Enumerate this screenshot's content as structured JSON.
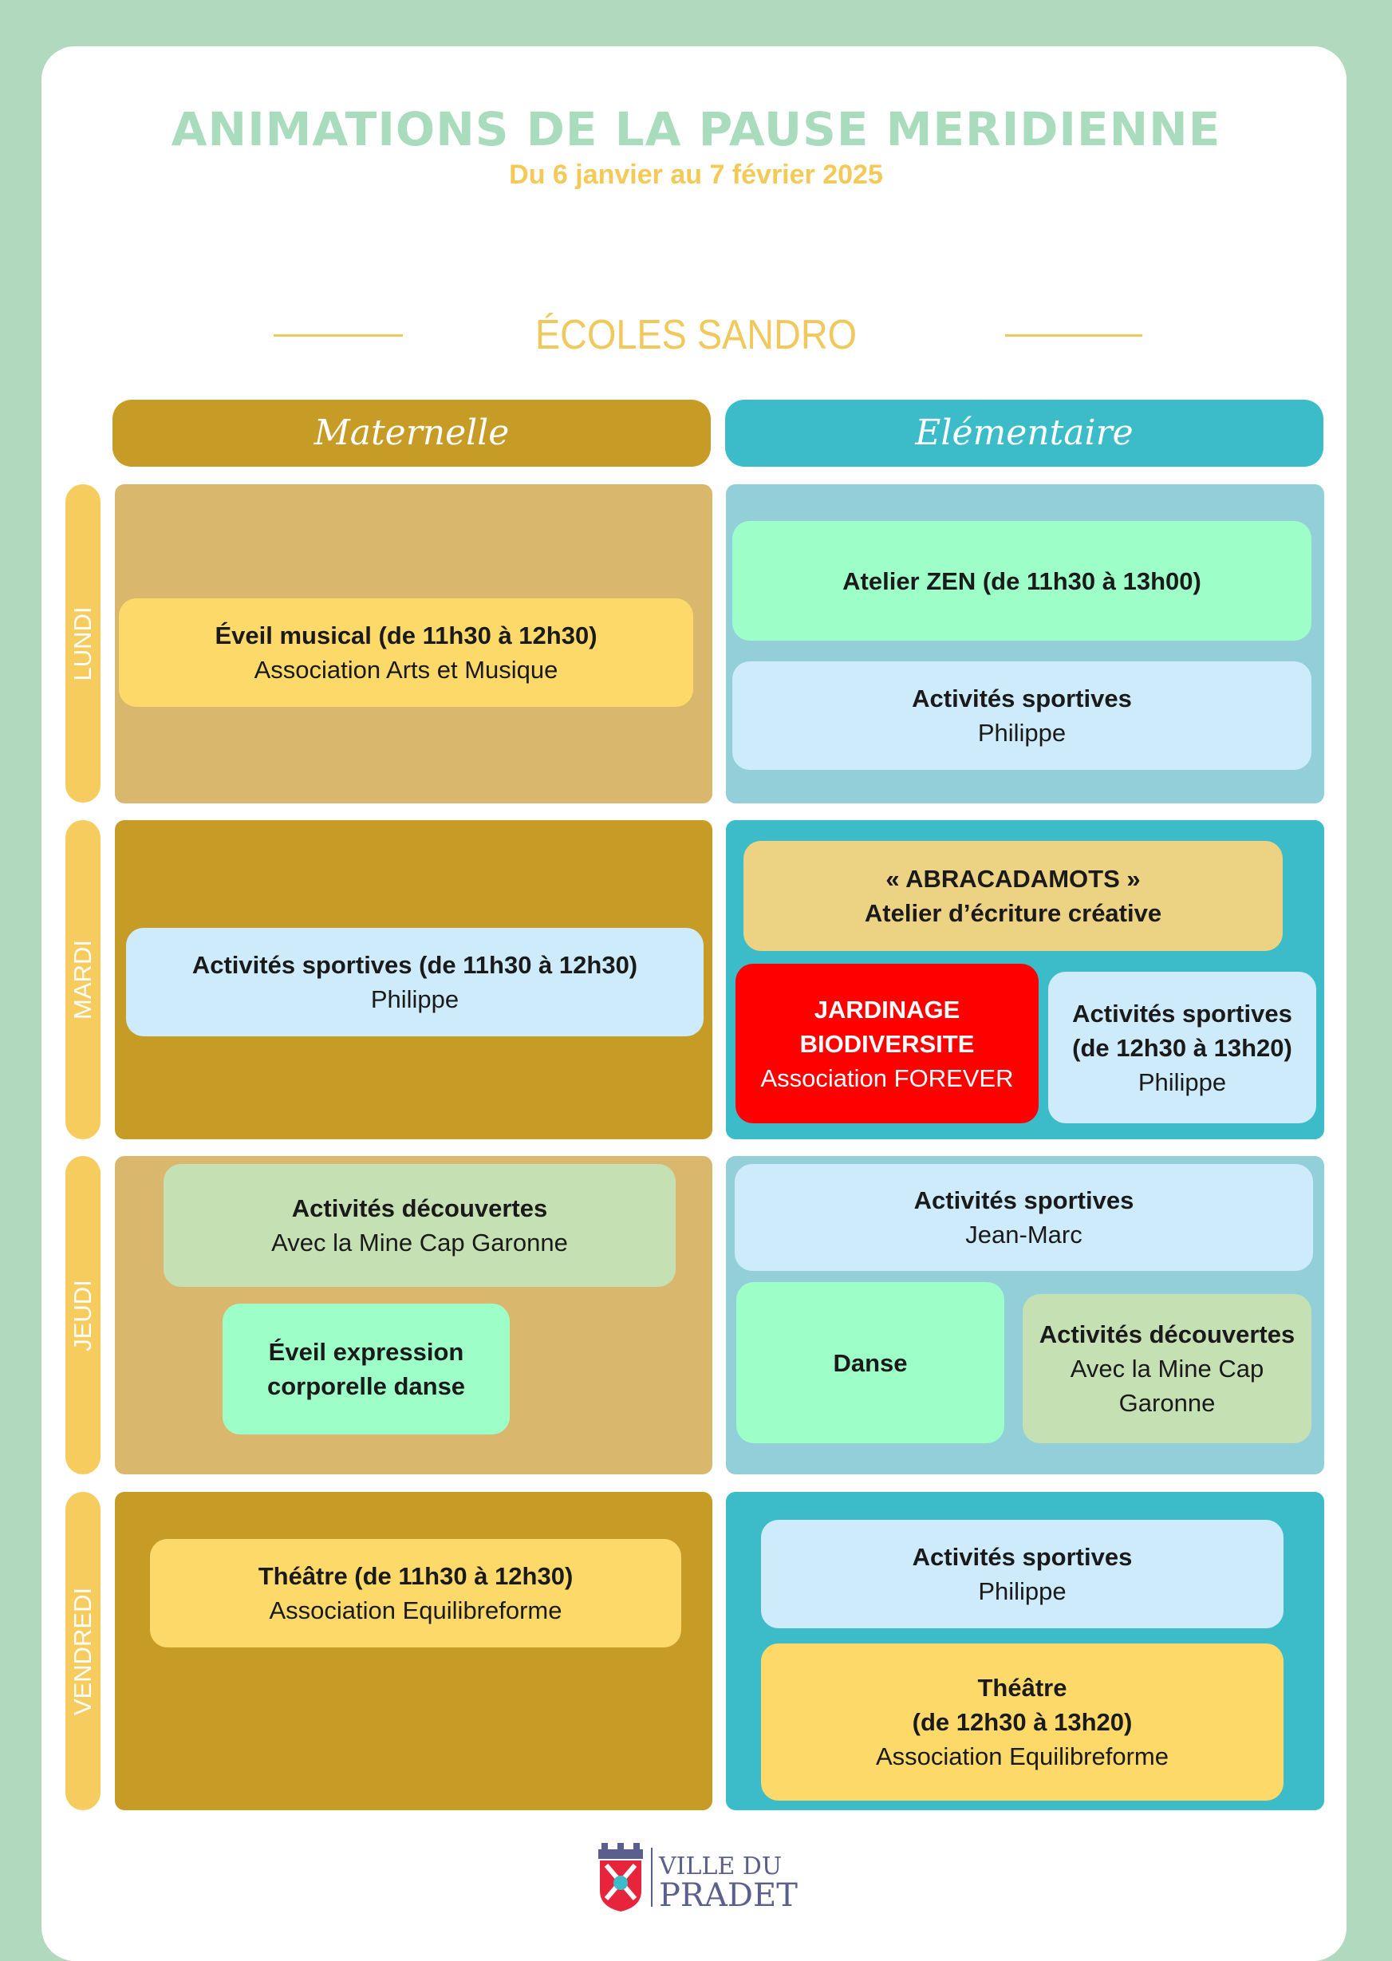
{
  "header": {
    "title": "ANIMATIONS DE LA PAUSE MERIDIENNE",
    "subtitle": "Du 6 janvier au 7 février 2025",
    "school": "ÉCOLES SANDRO"
  },
  "columns": {
    "maternelle": "Maternelle",
    "elementaire": "Elémentaire"
  },
  "days": [
    "LUNDI",
    "MARDI",
    "JEUDI",
    "VENDREDI"
  ],
  "colors": {
    "background": "#b1d9bd",
    "title": "#a8dcbc",
    "accent_yellow": "#f3c957",
    "maternelle_header": "#c69b26",
    "elementaire_header": "#3cbbc9",
    "maternelle_light": "#d9b86d",
    "elementaire_light": "#92cfd8",
    "card_yellow": "#fdd96a",
    "card_blue": "#cdebfb",
    "card_mint": "#9dfec8",
    "card_sage": "#c5e1b4",
    "card_sand": "#ecd283",
    "card_red": "#ff0000"
  },
  "schedule": {
    "lundi": {
      "maternelle": [
        {
          "title": "Éveil musical (de 11h30 à 12h30)",
          "detail": "Association Arts et Musique"
        }
      ],
      "elementaire": [
        {
          "title": "Atelier ZEN (de 11h30 à 13h00)"
        },
        {
          "title": "Activités sportives",
          "detail": "Philippe"
        }
      ]
    },
    "mardi": {
      "maternelle": [
        {
          "title": "Activités sportives (de 11h30 à 12h30)",
          "detail": "Philippe"
        }
      ],
      "elementaire": [
        {
          "title": "« ABRACADAMOTS »",
          "title2": "Atelier d’écriture créative"
        },
        {
          "title": "JARDINAGE",
          "title2": "BIODIVERSITE",
          "detail": "Association FOREVER"
        },
        {
          "title": "Activités sportives",
          "title2": "(de 12h30 à 13h20)",
          "detail": "Philippe"
        }
      ]
    },
    "jeudi": {
      "maternelle": [
        {
          "title": "Activités découvertes",
          "detail": "Avec la Mine Cap Garonne"
        },
        {
          "title": "Éveil expression",
          "title2": "corporelle danse"
        }
      ],
      "elementaire": [
        {
          "title": "Activités sportives",
          "detail": "Jean-Marc"
        },
        {
          "title": "Danse"
        },
        {
          "title": "Activités découvertes",
          "detail": "Avec la Mine Cap",
          "detail2": "Garonne"
        }
      ]
    },
    "vendredi": {
      "maternelle": [
        {
          "title": "Théâtre (de 11h30 à 12h30)",
          "detail": "Association Equilibreforme"
        }
      ],
      "elementaire": [
        {
          "title": "Activités sportives",
          "detail": "Philippe"
        },
        {
          "title": "Théâtre",
          "title2": "(de 12h30 à 13h20)",
          "detail": "Association Equilibreforme"
        }
      ]
    }
  },
  "footer": {
    "logo_line1": "VILLE DU",
    "logo_line2": "PRADET"
  }
}
